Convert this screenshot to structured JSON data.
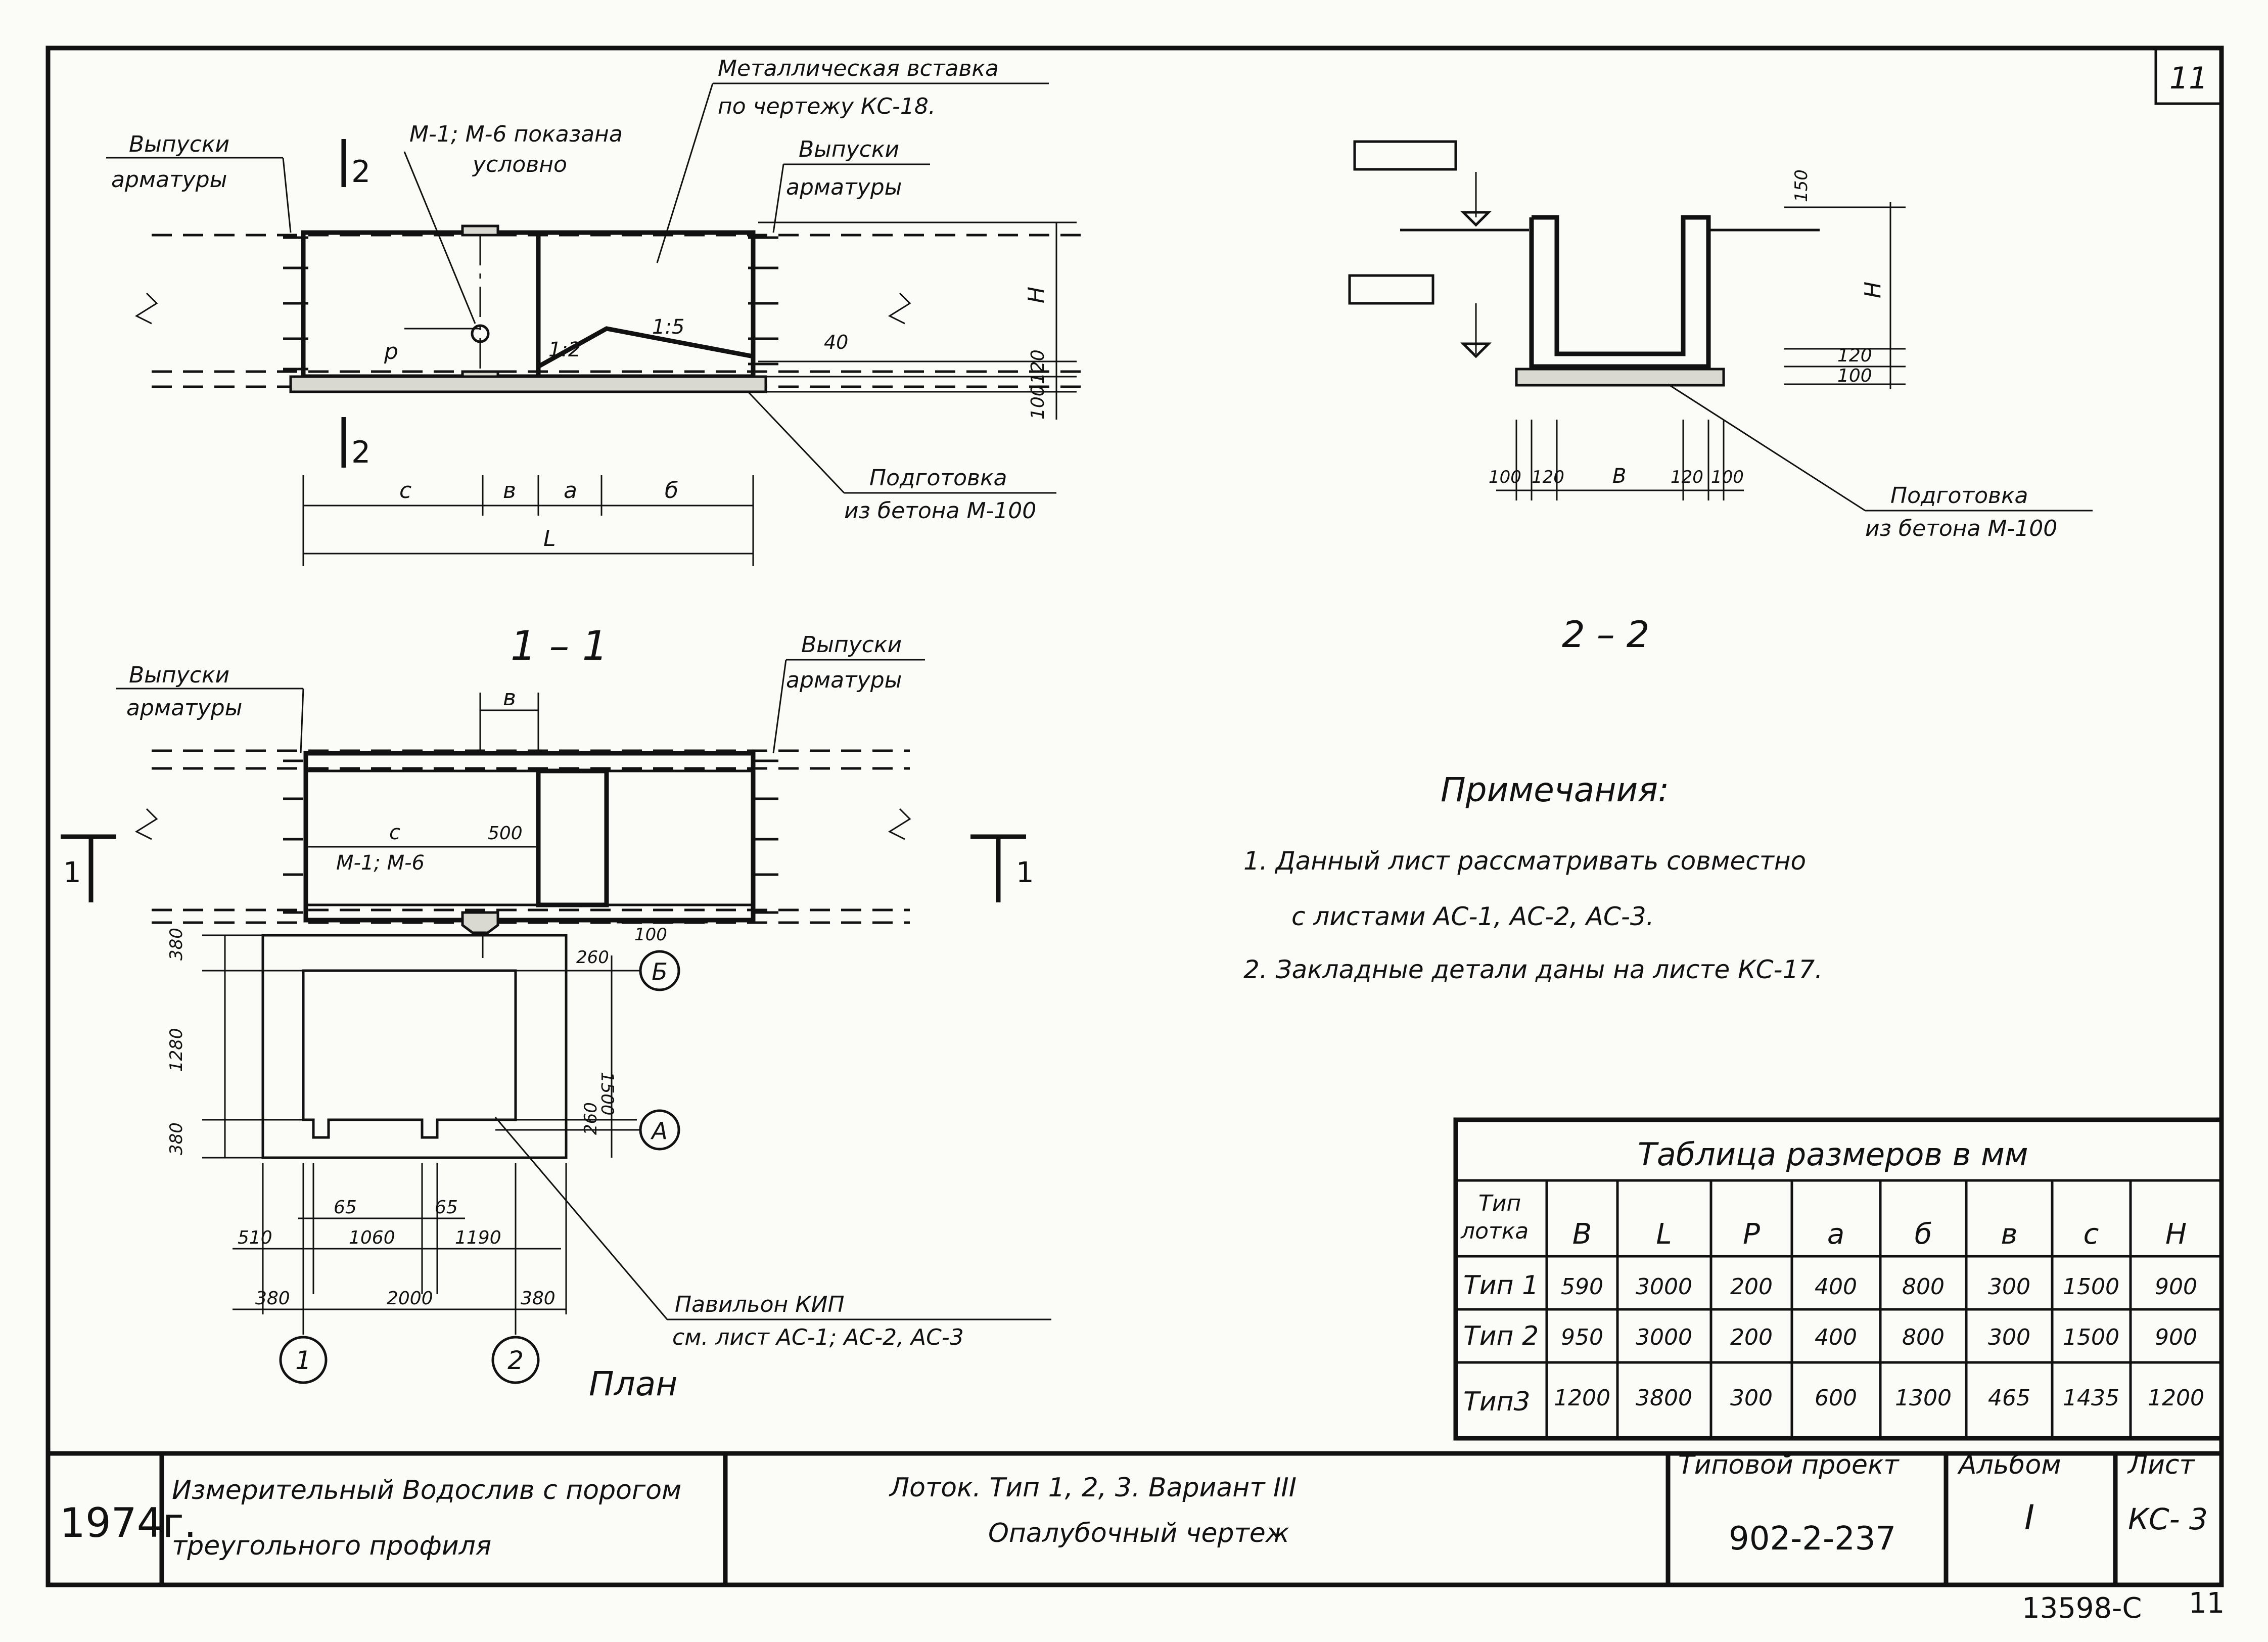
{
  "sheet": {
    "corner_number": "11",
    "bottom_code": "13598-C",
    "bottom_number": "11"
  },
  "section_1_1": {
    "label_outlets_left": [
      "Выпуски",
      "арматуры"
    ],
    "label_outlets_right": [
      "Выпуски",
      "арматуры"
    ],
    "label_mark_conditional": [
      "М-1; М-6 показана",
      "условно"
    ],
    "label_metal_insert": [
      "Металлическая вставка",
      "по чертежу КС-18."
    ],
    "label_base": [
      "Подготовка",
      "из бетона М-100"
    ],
    "section_mark": "2",
    "slope_1": "1:2",
    "slope_2": "1:5",
    "dim_p": "p",
    "dim_40": "40",
    "dim_H": "H",
    "dim_120": "120",
    "dim_100": "100",
    "dim_c": "c",
    "dim_v": "в",
    "dim_a": "a",
    "dim_b": "б",
    "dim_L": "L",
    "title": "1 – 1"
  },
  "section_2_2": {
    "dim_150": "150",
    "dim_H": "H",
    "dim_120": "120",
    "dim_100": "100",
    "bottom_dims": [
      "100",
      "120",
      "B",
      "120",
      "100"
    ],
    "label_base": [
      "Подготовка",
      "из бетона М-100"
    ],
    "title": "2 – 2"
  },
  "plan": {
    "label_outlets_left": [
      "Выпуски",
      "арматуры"
    ],
    "label_outlets_right": [
      "Выпуски",
      "арматуры"
    ],
    "dim_v": "в",
    "dim_c": "c",
    "dim_500": "500",
    "label_marks": "М-1; М-6",
    "dim_100": "100",
    "dim_260_top": "260",
    "dim_1500": "1500",
    "dim_260_bot": "260",
    "axis_B": "Б",
    "axis_A": "А",
    "left_dims": [
      "380",
      "1280",
      "380"
    ],
    "dim_65_a": "65",
    "dim_65_b": "65",
    "row_dims_1": [
      "510",
      "1060",
      "1190"
    ],
    "row_dims_2": [
      "380",
      "2000",
      "380"
    ],
    "axis_1": "1",
    "axis_2": "2",
    "section_mark": "1",
    "label_pavilion": [
      "Павильон  КИП",
      "см. лист  АС-1; АС-2, АС-3"
    ],
    "title": "План"
  },
  "notes": {
    "title": "Примечания:",
    "items": [
      "1.  Данный лист рассматривать совместно",
      "с листами АС-1, АС-2, АС-3.",
      "2.  Закладные детали даны на листе  КС-17."
    ]
  },
  "table": {
    "title": "Таблица  размеров   в мм",
    "header_type": [
      "Тип",
      "лотка"
    ],
    "columns": [
      "В",
      "L",
      "Р",
      "а",
      "б",
      "в",
      "с",
      "Н"
    ],
    "rows": [
      {
        "type": "Тип 1",
        "values": [
          "590",
          "3000",
          "200",
          "400",
          "800",
          "300",
          "1500",
          "900"
        ]
      },
      {
        "type": "Тип 2",
        "values": [
          "950",
          "3000",
          "200",
          "400",
          "800",
          "300",
          "1500",
          "900"
        ]
      },
      {
        "type": "Тип3",
        "values": [
          "1200",
          "3800",
          "300",
          "600",
          "1300",
          "465",
          "1435",
          "1200"
        ]
      }
    ]
  },
  "title_block": {
    "year": "1974г.",
    "name_line1": "Измерительный  Водослив  с порогом",
    "name_line2": "треугольного    профиля",
    "desc_line1": "Лоток. Тип 1, 2, 3.   Вариант  III",
    "desc_line2": "Опалубочный   чертеж",
    "project_label": "Типовой  проект",
    "project_value": "902-2-237",
    "album_label": "Альбом",
    "album_value": "I",
    "sheet_label": "Лист",
    "sheet_value": "КС- 3"
  }
}
